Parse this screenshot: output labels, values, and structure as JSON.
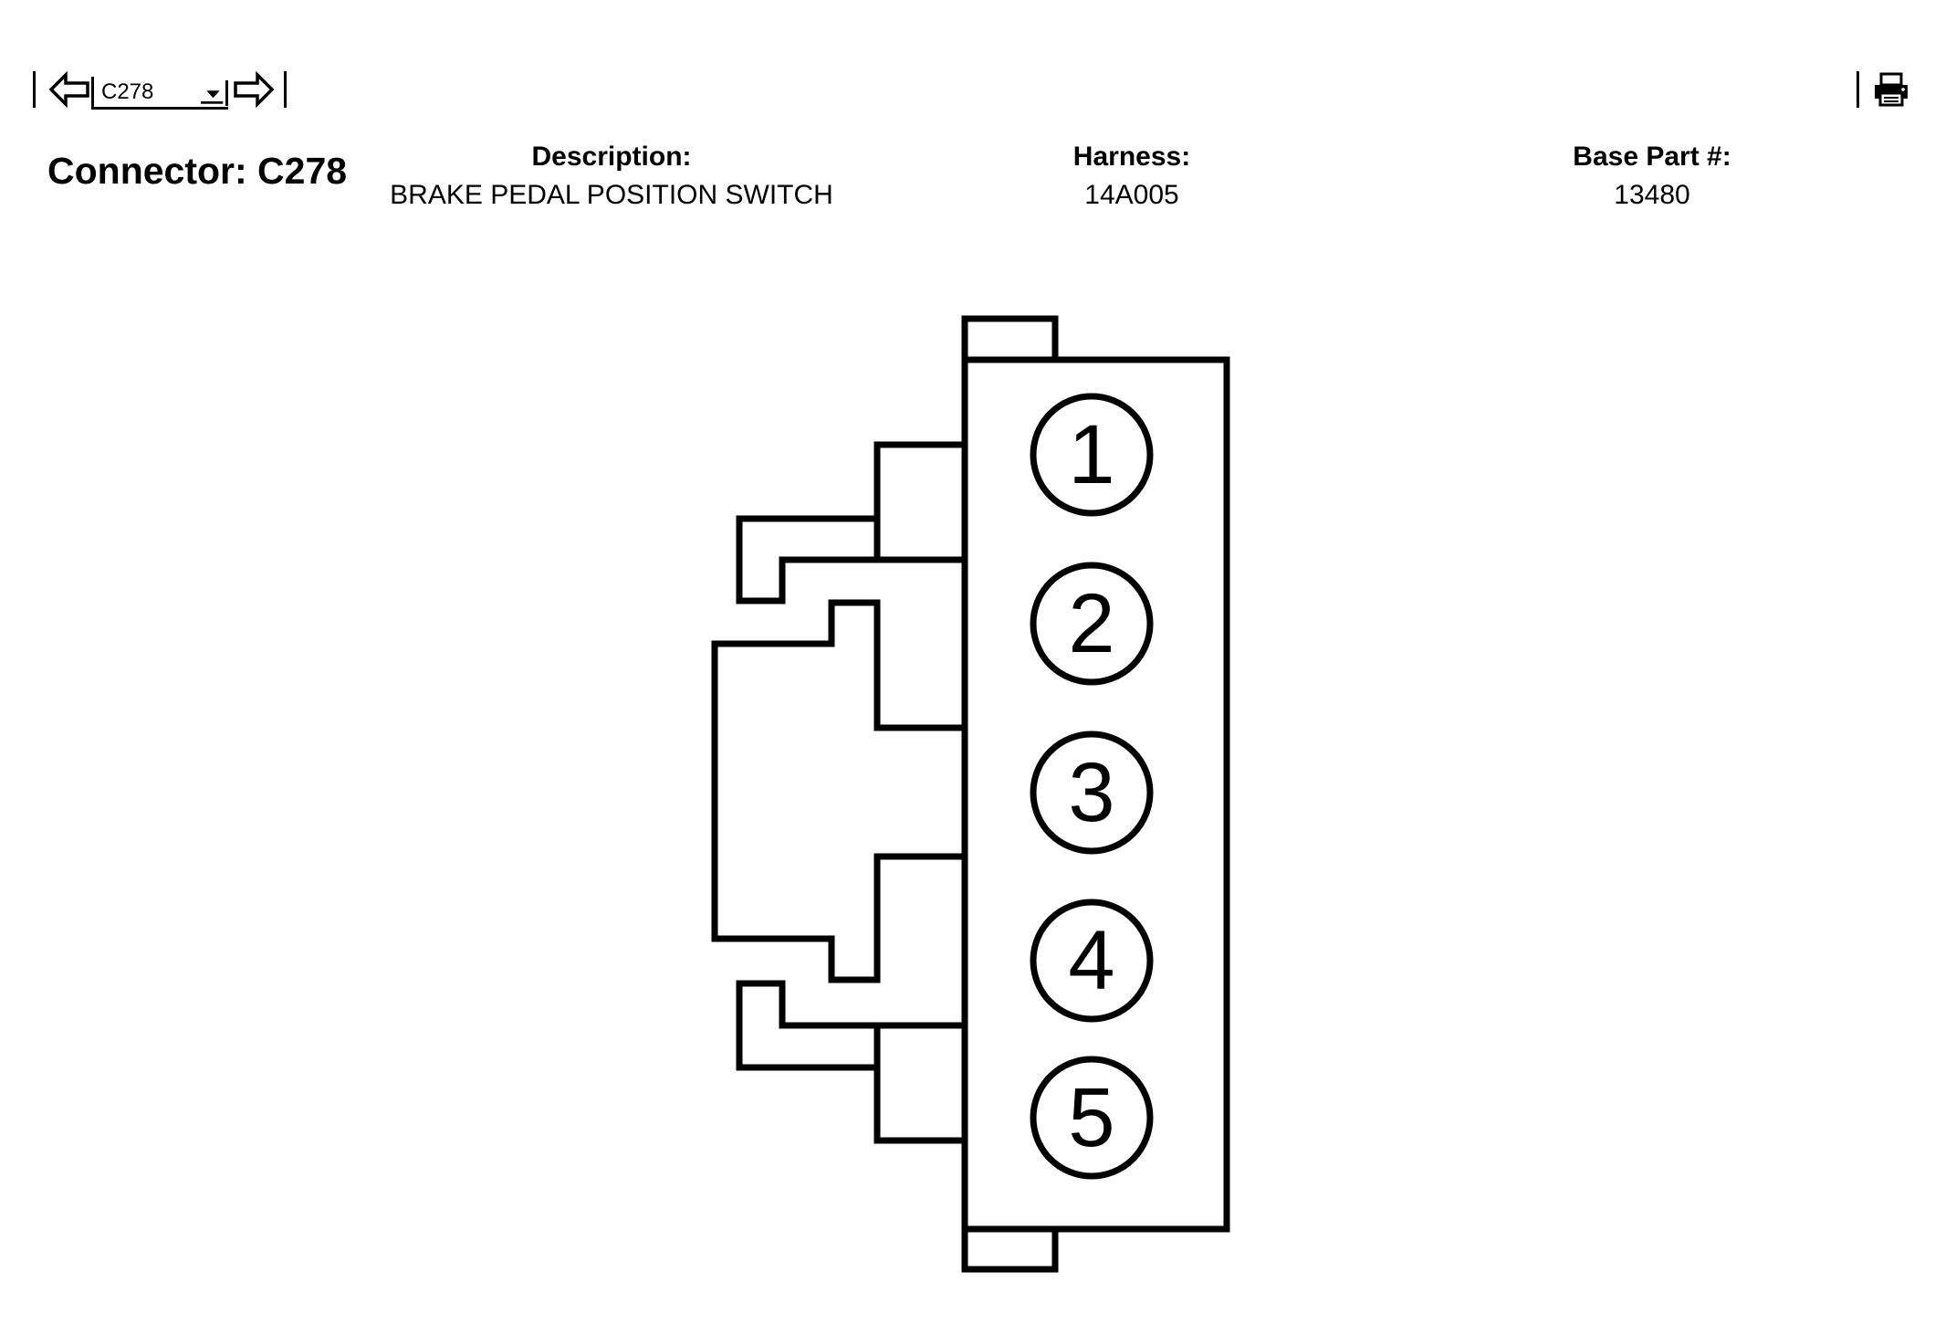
{
  "toolbar": {
    "selected_connector": "C278",
    "icons": {
      "prev": "left-arrow-icon",
      "next": "right-arrow-icon",
      "dropdown": "chevron-down-icon",
      "print": "printer-icon"
    }
  },
  "connector": {
    "title": "Connector: C278",
    "description_label": "Description:",
    "description_value": "BRAKE PEDAL POSITION SWITCH",
    "harness_label": "Harness:",
    "harness_value": "14A005",
    "base_part_label": "Base Part #:",
    "base_part_value": "13480"
  },
  "pins": [
    {
      "label": "1"
    },
    {
      "label": "2"
    },
    {
      "label": "3"
    },
    {
      "label": "4"
    },
    {
      "label": "5"
    }
  ]
}
